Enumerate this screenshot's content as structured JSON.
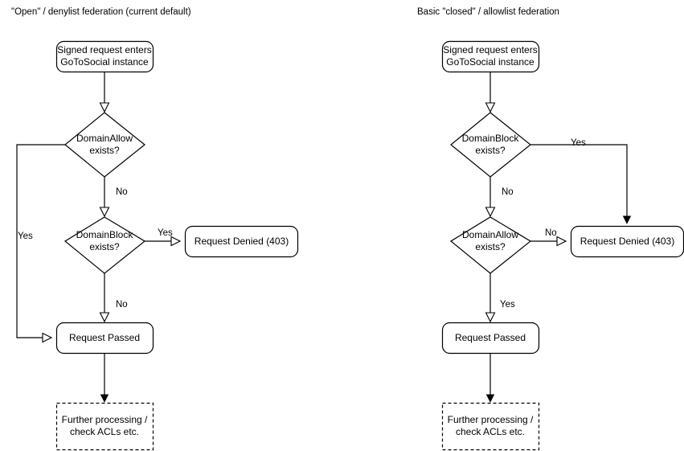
{
  "page": {
    "background": "#ffffff",
    "stroke_color": "#000000",
    "text_color": "#000000"
  },
  "diagrams": [
    {
      "id": "open-denylist",
      "title": "\"Open\" / denylist federation (current default)",
      "nodes": [
        {
          "id": "start",
          "type": "rounded-rect",
          "label": "Signed request enters\nGoToSocial instance"
        },
        {
          "id": "allow",
          "type": "diamond",
          "label": "DomainAllow\nexists?"
        },
        {
          "id": "block",
          "type": "diamond",
          "label": "DomainBlock\nexists?"
        },
        {
          "id": "denied",
          "type": "rounded-rect",
          "label": "Request Denied (403)"
        },
        {
          "id": "passed",
          "type": "rounded-rect",
          "label": "Request Passed"
        },
        {
          "id": "further",
          "type": "dashed-rect",
          "label": "Further processing /\ncheck ACLs etc."
        }
      ],
      "edges": [
        {
          "from": "start",
          "to": "allow",
          "label": ""
        },
        {
          "from": "allow",
          "to": "passed",
          "label": "Yes"
        },
        {
          "from": "allow",
          "to": "block",
          "label": "No"
        },
        {
          "from": "block",
          "to": "denied",
          "label": "Yes"
        },
        {
          "from": "block",
          "to": "passed",
          "label": "No"
        },
        {
          "from": "passed",
          "to": "further",
          "label": ""
        }
      ]
    },
    {
      "id": "closed-allowlist",
      "title": "Basic \"closed\" / allowlist federation",
      "nodes": [
        {
          "id": "start",
          "type": "rounded-rect",
          "label": "Signed request enters\nGoToSocial instance"
        },
        {
          "id": "block",
          "type": "diamond",
          "label": "DomainBlock\nexists?"
        },
        {
          "id": "allow",
          "type": "diamond",
          "label": "DomainAllow\nexists?"
        },
        {
          "id": "denied",
          "type": "rounded-rect",
          "label": "Request Denied (403)"
        },
        {
          "id": "passed",
          "type": "rounded-rect",
          "label": "Request Passed"
        },
        {
          "id": "further",
          "type": "dashed-rect",
          "label": "Further processing /\ncheck ACLs etc."
        }
      ],
      "edges": [
        {
          "from": "start",
          "to": "block",
          "label": ""
        },
        {
          "from": "block",
          "to": "denied",
          "label": "Yes"
        },
        {
          "from": "block",
          "to": "allow",
          "label": "No"
        },
        {
          "from": "allow",
          "to": "denied",
          "label": "No"
        },
        {
          "from": "allow",
          "to": "passed",
          "label": "Yes"
        },
        {
          "from": "passed",
          "to": "further",
          "label": ""
        }
      ]
    }
  ],
  "labels": {
    "left": {
      "title": "\"Open\" / denylist federation (current default)",
      "start": "Signed request enters\nGoToSocial instance",
      "d1": "DomainAllow\nexists?",
      "d2": "DomainBlock\nexists?",
      "denied": "Request Denied (403)",
      "passed": "Request Passed",
      "further": "Further processing /\ncheck ACLs etc.",
      "e_yes_far": "Yes",
      "e_no_1": "No",
      "e_yes_denied": "Yes",
      "e_no_2": "No"
    },
    "right": {
      "title": "Basic \"closed\" / allowlist federation",
      "start": "Signed request enters\nGoToSocial instance",
      "d1": "DomainBlock\nexists?",
      "d2": "DomainAllow\nexists?",
      "denied": "Request Denied (403)",
      "passed": "Request Passed",
      "further": "Further processing /\ncheck ACLs etc.",
      "e_yes_denied": "Yes",
      "e_no_1": "No",
      "e_no_denied": "No",
      "e_yes_passed": "Yes"
    }
  }
}
